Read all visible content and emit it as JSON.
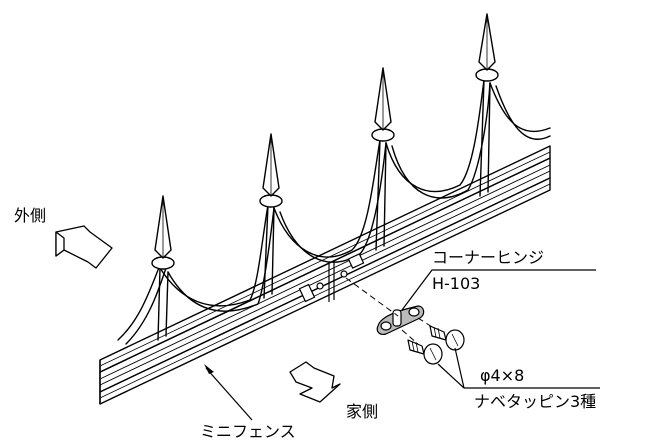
{
  "labels": {
    "outside": "外側",
    "house_side": "家側",
    "fence_name": "ミニフェンス",
    "hinge_name": "コーナーヒンジ",
    "hinge_code": "H-103",
    "screw_size": "φ4×8",
    "screw_type": "ナベタッピン3種"
  },
  "colors": {
    "line": "#000000",
    "fill": "#ffffff",
    "hinge_fill": "#bbbbbb"
  }
}
